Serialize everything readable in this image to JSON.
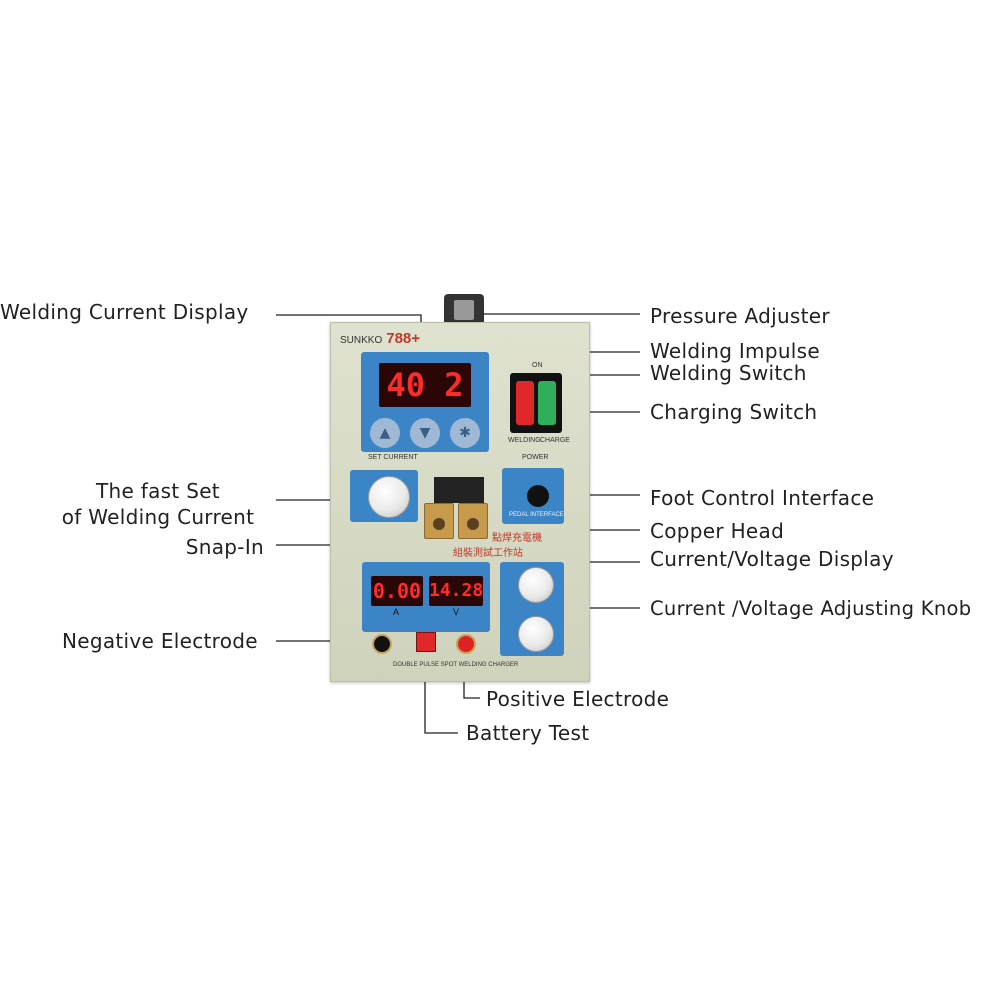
{
  "labels": {
    "welding_current_display": "Welding Current Display",
    "pressure_adjuster": "Pressure Adjuster",
    "welding_impulse": "Welding Impulse",
    "welding_switch": "Welding Switch",
    "charging_switch": "Charging Switch",
    "fast_set_line1": "The fast Set",
    "fast_set_line2": "of Welding Current",
    "foot_control_interface": "Foot Control Interface",
    "copper_head": "Copper Head",
    "snap_in": "Snap-In",
    "current_voltage_display": "Current/Voltage Display",
    "current_voltage_knob": "Current /Voltage Adjusting Knob",
    "negative_electrode": "Negative Electrode",
    "positive_electrode": "Positive Electrode",
    "battery_test": "Battery Test"
  },
  "device": {
    "brand": "SUNKKO",
    "model": "788+",
    "welding_display": "40 2",
    "current_readout": "0.00",
    "voltage_readout": "14.28",
    "set_current": "SET CURRENT",
    "power": "POWER",
    "on": "ON",
    "welding": "WELDING",
    "charge": "CHARGE",
    "foot_interface": "PEDAL INTERFACE",
    "amp_unit": "A",
    "volt_unit": "V",
    "footer": "DOUBLE PULSE SPOT WELDING CHARGER",
    "chinese_line1": "點焊充電機",
    "chinese_line2": "組裝測試工作站",
    "btn_up": "▲",
    "btn_down": "▼",
    "btn_set": "✱"
  }
}
